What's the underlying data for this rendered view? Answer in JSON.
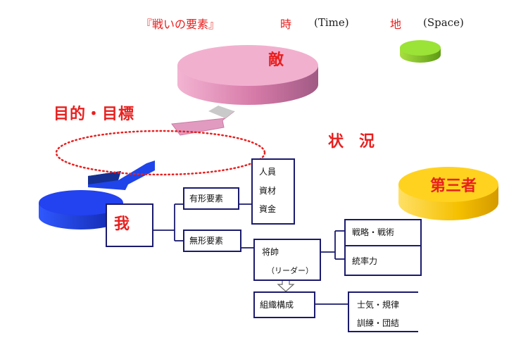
{
  "header": {
    "title": "『戦いの要素』",
    "time_kanji": "時",
    "time_latin": "(Time)",
    "space_kanji": "地",
    "space_latin": "(Space)"
  },
  "labels": {
    "enemy": "敵",
    "goal": "目的・目標",
    "situation": "状　況",
    "third_party": "第三者",
    "self": "我"
  },
  "boxes": {
    "tangible": "有形要素",
    "intangible": "無形要素",
    "personnel": "人員",
    "materials": "資材",
    "funds": "資金",
    "commander": "将帥",
    "leader": "（リーダー）",
    "strategy": "戦略・戦術",
    "command": "統率力",
    "organization": "組織構成",
    "morale": "士気・規律",
    "training": "訓練・団結"
  },
  "colors": {
    "accent_red": "#e8201f",
    "enemy_pink": "#e79ac0",
    "space_green": "#8fd12a",
    "third_gold": "#f5c400",
    "self_blue": "#1a3fe0",
    "box_border": "#1a1a6e"
  }
}
